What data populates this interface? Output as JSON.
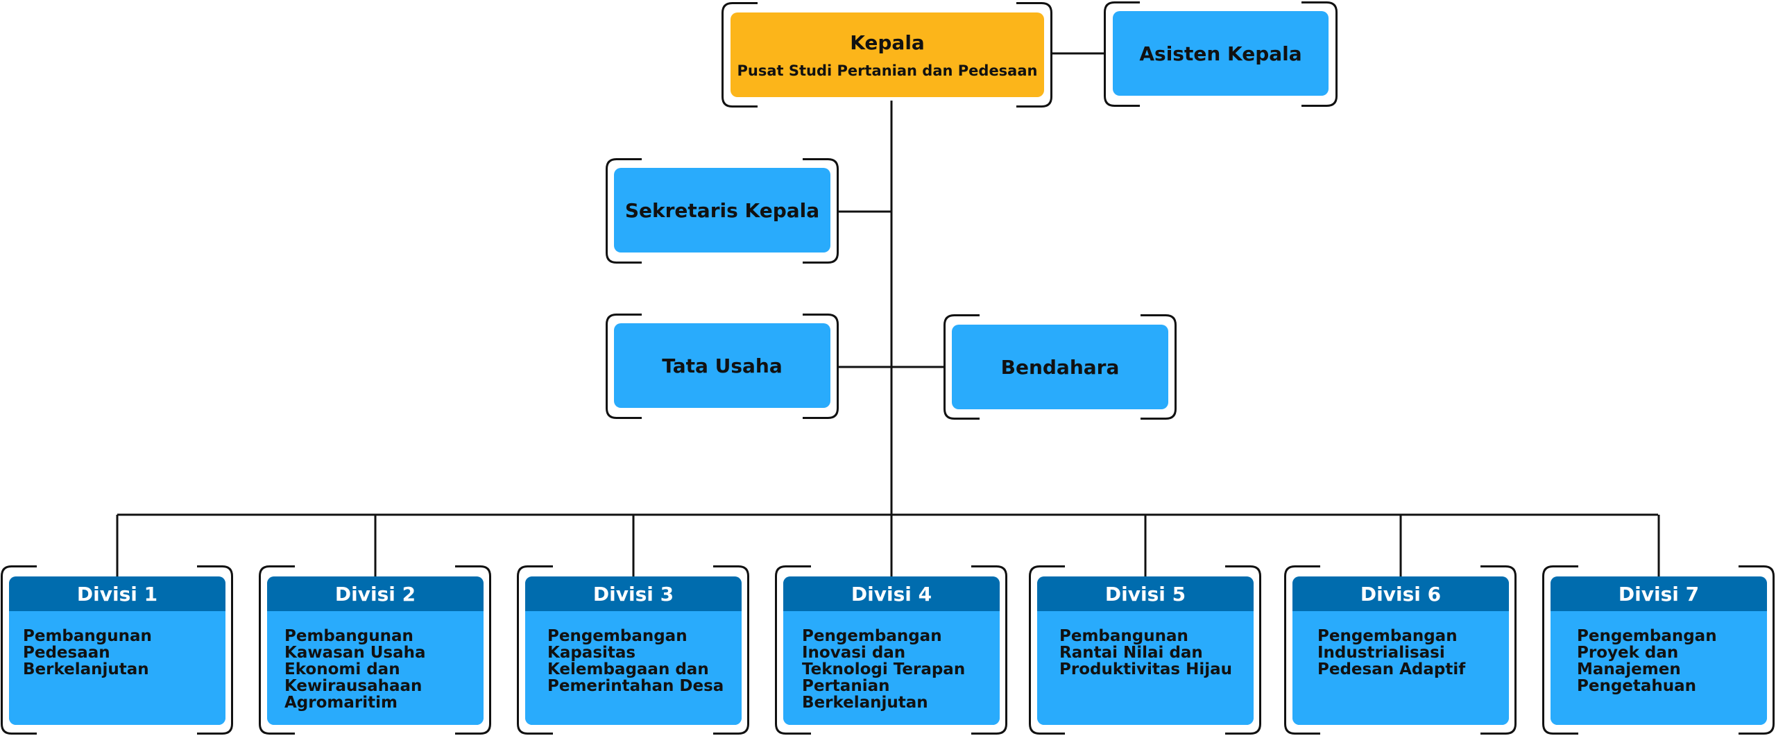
{
  "colors": {
    "head_box": "#fcb51a",
    "box": "#29abfc",
    "division_header": "#006cae",
    "line": "#111111",
    "bracket": "#111111"
  },
  "kepala": {
    "title": "Kepala",
    "subtitle": "Pusat Studi Pertanian dan Pedesaan"
  },
  "asisten": {
    "label": "Asisten Kepala"
  },
  "sekretaris": {
    "label": "Sekretaris Kepala"
  },
  "tata_usaha": {
    "label": "Tata Usaha"
  },
  "bendahara": {
    "label": "Bendahara"
  },
  "divisions": [
    {
      "title": "Divisi 1",
      "text": "Pembangunan\nPedesaan\nBerkelanjutan"
    },
    {
      "title": "Divisi 2",
      "text": "Pembangunan\nKawasan Usaha\nEkonomi dan\nKewirausahaan\nAgromaritim"
    },
    {
      "title": "Divisi 3",
      "text": "Pengembangan\nKapasitas\nKelembagaan dan\nPemerintahan Desa"
    },
    {
      "title": "Divisi 4",
      "text": "Pengembangan\nInovasi dan\nTeknologi Terapan\nPertanian\nBerkelanjutan"
    },
    {
      "title": "Divisi 5",
      "text": "Pembangunan\nRantai Nilai dan\nProduktivitas Hijau"
    },
    {
      "title": "Divisi 6",
      "text": "Pengembangan\nIndustrialisasi\nPedesan Adaptif"
    },
    {
      "title": "Divisi 7",
      "text": "Pengembangan\nProyek dan\nManajemen\nPengetahuan"
    }
  ]
}
